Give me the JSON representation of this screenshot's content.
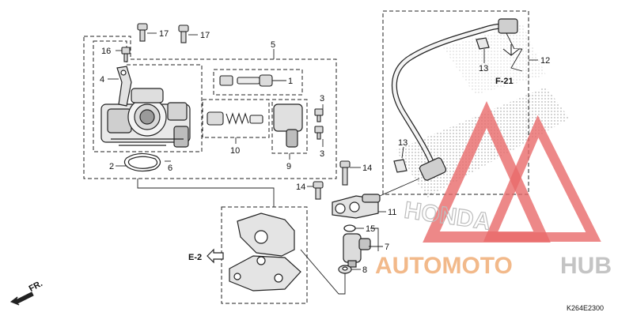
{
  "diagram": {
    "part_labels": {
      "p1": "1",
      "p2": "2",
      "p3a": "3",
      "p3b": "3",
      "p4": "4",
      "p5": "5",
      "p6": "6",
      "p7": "7",
      "p8": "8",
      "p9": "9",
      "p10": "10",
      "p11": "11",
      "p12": "12",
      "p13a": "13",
      "p13b": "13",
      "p14a": "14",
      "p14b": "14",
      "p15": "15",
      "p16": "16",
      "p17a": "17",
      "p17b": "17"
    },
    "references": {
      "f21": "F-21",
      "e2": "E-2",
      "fr": "FR."
    },
    "diagram_code": "K264E2300"
  },
  "watermark": {
    "text_auto": "AUTOMOTO",
    "text_hub": "HUB",
    "brand_ghost": "HONDA",
    "colors": {
      "orange": "#f2b98a",
      "grey": "#c8c8c8",
      "red": "#e86a6a"
    }
  }
}
